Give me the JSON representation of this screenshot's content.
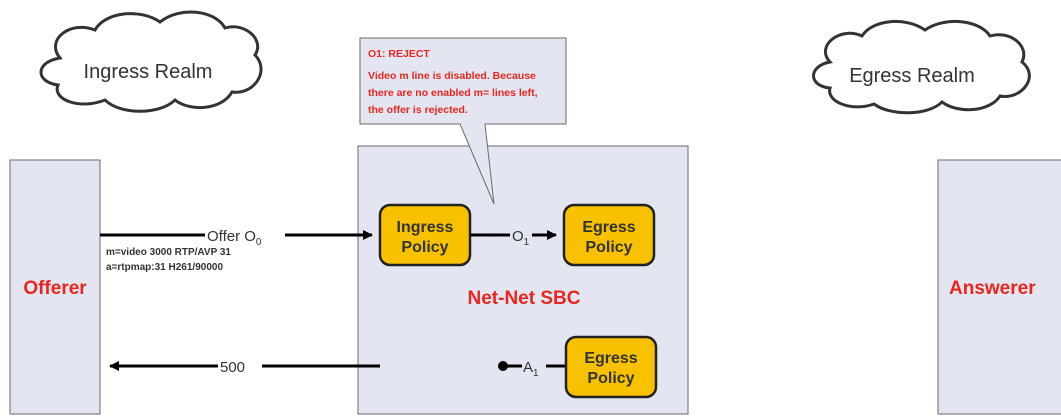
{
  "clouds": {
    "ingress": "Ingress Realm",
    "egress": "Egress Realm"
  },
  "endpoints": {
    "offerer": "Offerer",
    "answerer": "Answerer"
  },
  "sbc": {
    "label": "Net-Net SBC",
    "ingress_policy_line1": "Ingress",
    "ingress_policy_line2": "Policy",
    "egress_policy_line1": "Egress",
    "egress_policy_line2": "Policy",
    "egress_policy2_line1": "Egress",
    "egress_policy2_line2": "Policy"
  },
  "messages": {
    "offer_prefix": "Offer O",
    "offer_sub": "0",
    "offer_sdp_line1": "m=video 3000 RTP/AVP 31",
    "offer_sdp_line2": "a=rtpmap:31 H261/90000",
    "o1_prefix": "O",
    "o1_sub": "1",
    "response": "500",
    "a1_prefix": "A",
    "a1_sub": "1"
  },
  "callout": {
    "title": "O1: REJECT",
    "line1": "Video m line is disabled. Because",
    "line2": "there are no enabled m= lines left,",
    "line3": "the offer is rejected."
  },
  "colors": {
    "endpoint_fill": "#e3e6f0",
    "endpoint_stroke": "#6a6a6a",
    "policy_fill": "#f7c100",
    "policy_stroke": "#222222",
    "label_red": "#e8261f",
    "callout_fill": "#e3e6f0"
  }
}
